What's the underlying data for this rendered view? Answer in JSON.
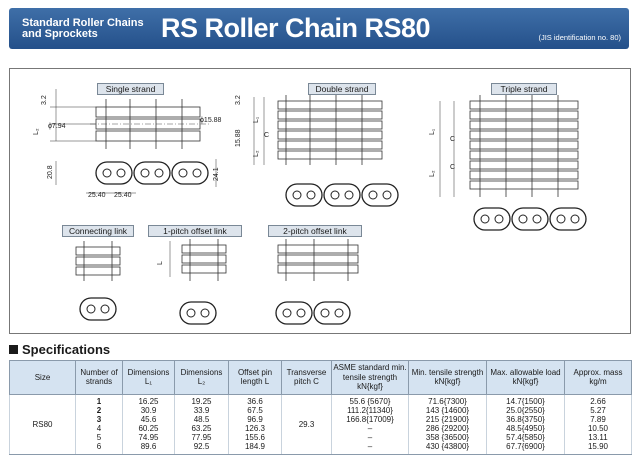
{
  "header": {
    "series_line1": "Standard Roller Chains",
    "series_line2": "and Sprockets",
    "title": "RS Roller Chain RS80",
    "jis": "(JIS identification no. 80)"
  },
  "drawings": {
    "labels": {
      "single": "Single strand",
      "double": "Double strand",
      "triple": "Triple strand",
      "connecting": "Connecting link",
      "one_pitch": "1-pitch offset link",
      "two_pitch": "2-pitch offset link"
    },
    "dims": {
      "d1": "3.2",
      "d2": "ϕ7.94",
      "d3": "ϕ15.88",
      "d4": "3.2",
      "d5": "15.88",
      "d6": "20.8",
      "d7": "24.1",
      "d8": "25.40",
      "d9": "25.40",
      "l1": "L₁",
      "l2": "L₂",
      "c": "C",
      "l": "L"
    }
  },
  "specs": {
    "section_title": "Specifications",
    "headers": {
      "size": "Size",
      "strands": "Number of strands",
      "dim_l1": "Dimensions L₁",
      "dim_l2": "Dimensions L₂",
      "offset_pin": "Offset pin length L",
      "transverse": "Transverse pitch C",
      "asme": "ASME standard min. tensile strength kN{kgf}",
      "min_tensile": "Min. tensile strength kN{kgf}",
      "max_load": "Max. allowable load kN{kgf}",
      "mass": "Approx. mass kg/m"
    },
    "size_value": "RS80",
    "transverse_value": "29.3",
    "rows": [
      {
        "strands": "1",
        "l1": "16.25",
        "l2": "19.25",
        "l": "36.6",
        "asme": "55.6 {5670}",
        "min": "71.6{7300}",
        "max": "14.7{1500}",
        "mass": "2.66"
      },
      {
        "strands": "2",
        "l1": "30.9",
        "l2": "33.9",
        "l": "67.5",
        "asme": "111.2{11340}",
        "min": "143 {14600}",
        "max": "25.0{2550}",
        "mass": "5.27"
      },
      {
        "strands": "3",
        "l1": "45.6",
        "l2": "48.5",
        "l": "96.9",
        "asme": "166.8{17009}",
        "min": "215 {21900}",
        "max": "36.8{3750}",
        "mass": "7.89"
      },
      {
        "strands": "4",
        "l1": "60.25",
        "l2": "63.25",
        "l": "126.3",
        "asme": "–",
        "min": "286 {29200}",
        "max": "48.5{4950}",
        "mass": "10.50"
      },
      {
        "strands": "5",
        "l1": "74.95",
        "l2": "77.95",
        "l": "155.6",
        "asme": "–",
        "min": "358 {36500}",
        "max": "57.4{5850}",
        "mass": "13.11"
      },
      {
        "strands": "6",
        "l1": "89.6",
        "l2": "92.5",
        "l": "184.9",
        "asme": "–",
        "min": "430 {43800}",
        "max": "67.7{6900}",
        "mass": "15.90"
      }
    ]
  }
}
